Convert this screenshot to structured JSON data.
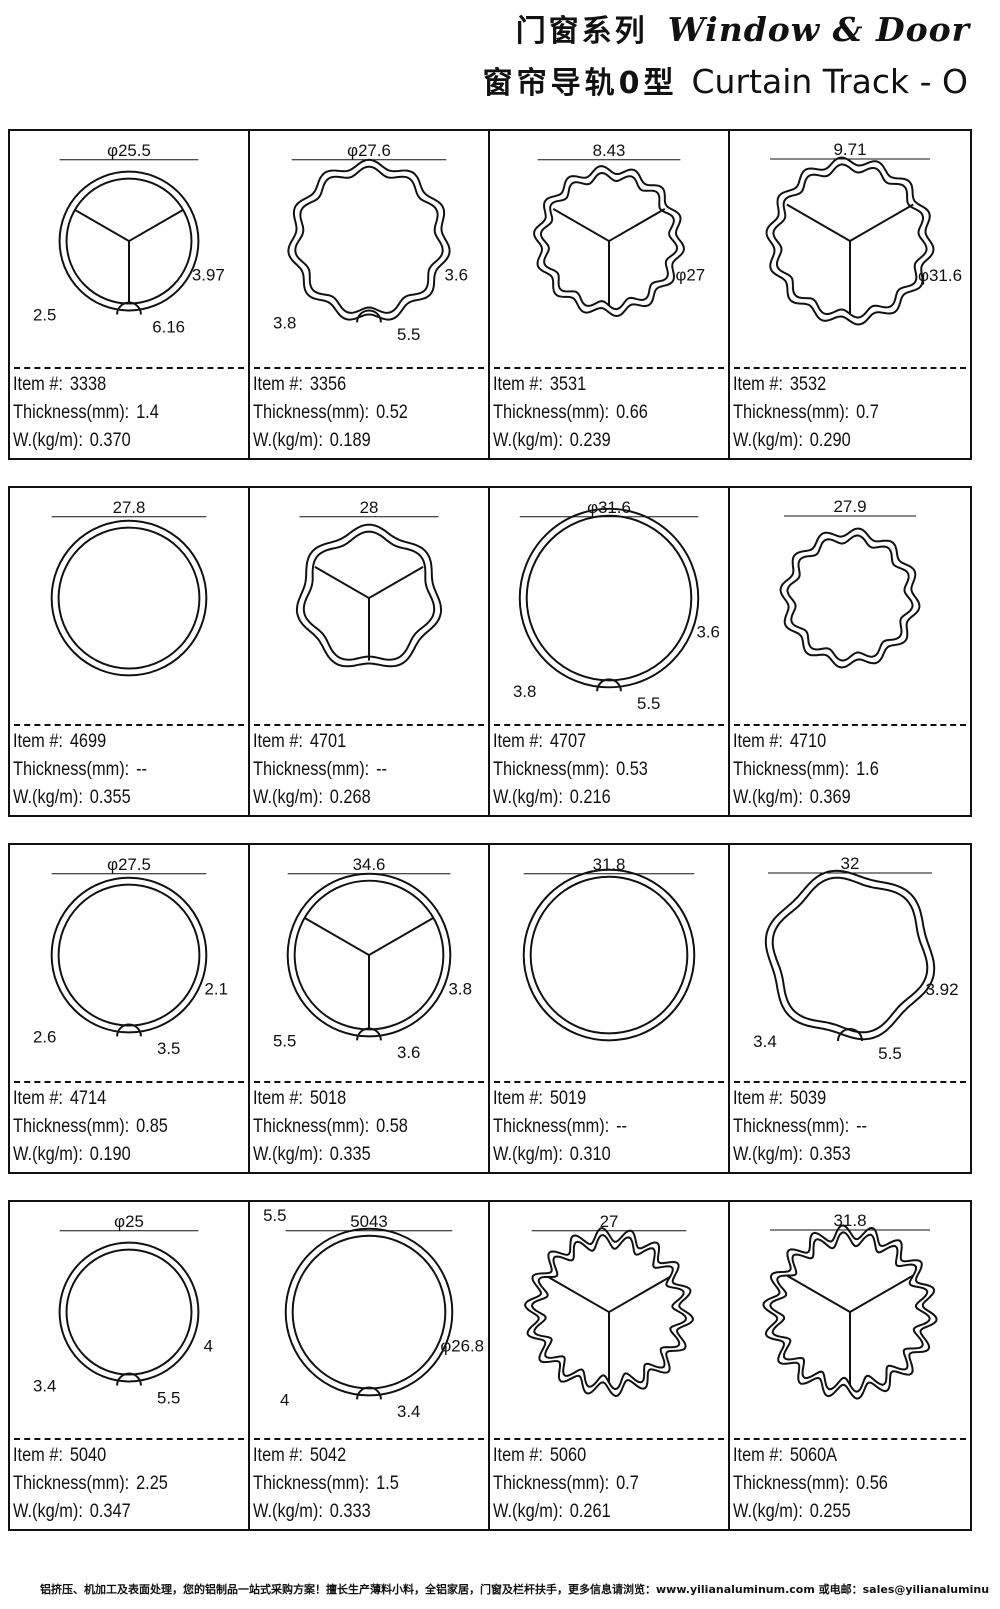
{
  "header": {
    "series_cn": "门窗系列",
    "series_en": "Window & Door",
    "sub_cn": "窗帘导轨0型",
    "sub_en": "Curtain Track - O"
  },
  "labels": {
    "item": "Item #:",
    "thickness": "Thickness(mm):",
    "weight": "W.(kg/m):"
  },
  "rows": [
    [
      {
        "item": "3338",
        "thickness": "1.4",
        "weight": "0.370",
        "dims": [
          "φ25.5",
          "3.97",
          "2.5",
          "6.16"
        ]
      },
      {
        "item": "3356",
        "thickness": "0.52",
        "weight": "0.189",
        "dims": [
          "φ27.6",
          "3.6",
          "3.8",
          "5.5"
        ]
      },
      {
        "item": "3531",
        "thickness": "0.66",
        "weight": "0.239",
        "dims": [
          "8.43",
          "φ27"
        ]
      },
      {
        "item": "3532",
        "thickness": "0.7",
        "weight": "0.290",
        "dims": [
          "9.71",
          "φ31.6"
        ]
      }
    ],
    [
      {
        "item": "4699",
        "thickness": "--",
        "weight": "0.355",
        "dims": [
          "27.8"
        ]
      },
      {
        "item": "4701",
        "thickness": "--",
        "weight": "0.268",
        "dims": [
          "28"
        ]
      },
      {
        "item": "4707",
        "thickness": "0.53",
        "weight": "0.216",
        "dims": [
          "φ31.6",
          "3.6",
          "3.8",
          "5.5"
        ]
      },
      {
        "item": "4710",
        "thickness": "1.6",
        "weight": "0.369",
        "dims": [
          "27.9"
        ]
      }
    ],
    [
      {
        "item": "4714",
        "thickness": "0.85",
        "weight": "0.190",
        "dims": [
          "φ27.5",
          "2.1",
          "2.6",
          "3.5"
        ]
      },
      {
        "item": "5018",
        "thickness": "0.58",
        "weight": "0.335",
        "dims": [
          "34.6",
          "3.8",
          "5.5",
          "3.6"
        ]
      },
      {
        "item": "5019",
        "thickness": "--",
        "weight": "0.310",
        "dims": [
          "31.8"
        ]
      },
      {
        "item": "5039",
        "thickness": "--",
        "weight": "0.353",
        "dims": [
          "32",
          "3.92",
          "3.4",
          "5.5"
        ]
      }
    ],
    [
      {
        "item": "5040",
        "thickness": "2.25",
        "weight": "0.347",
        "dims": [
          "φ25",
          "4",
          "3.4",
          "5.5"
        ]
      },
      {
        "item": "5042",
        "thickness": "1.5",
        "weight": "0.333",
        "dims": [
          "5043",
          "φ26.8",
          "4",
          "3.4",
          "5.5"
        ]
      },
      {
        "item": "5060",
        "thickness": "0.7",
        "weight": "0.261",
        "dims": [
          "27"
        ]
      },
      {
        "item": "5060A",
        "thickness": "0.56",
        "weight": "0.255",
        "dims": [
          "31.8"
        ]
      }
    ]
  ],
  "footer": "铝挤压、机加工及表面处理，您的铝制品一站式采购方案！擅长生产薄料小料，全铝家居，门窗及栏杆扶手，更多信息请浏览：www.yilianaluminum.com 或电邮：sales@yilianaluminum.com"
}
